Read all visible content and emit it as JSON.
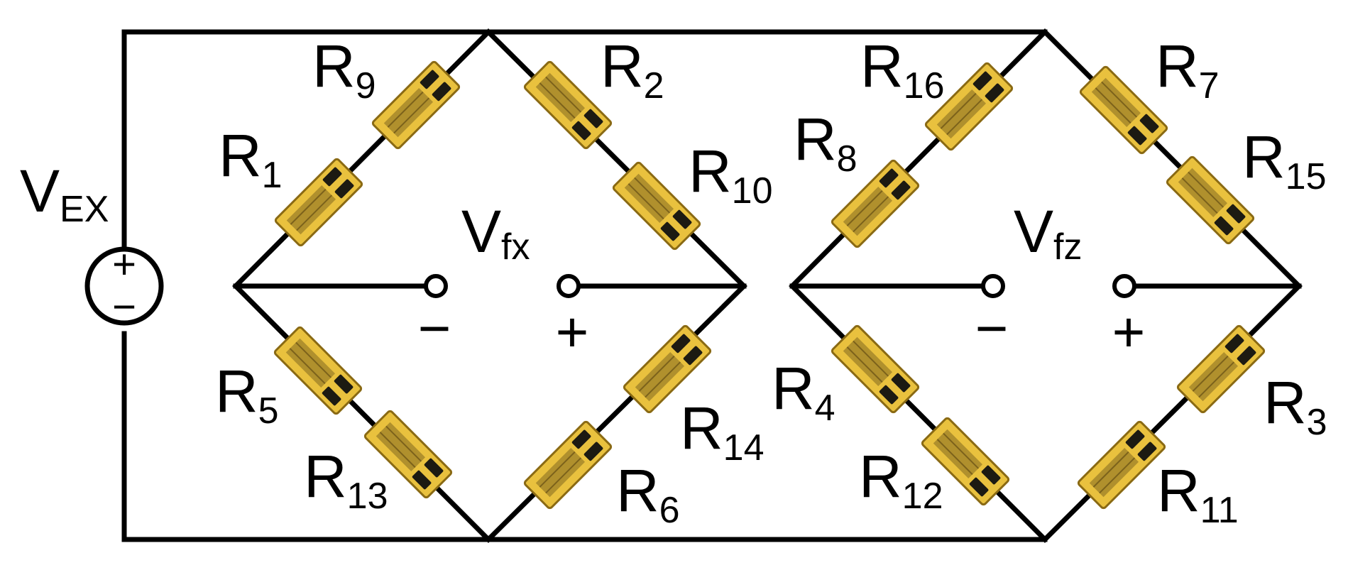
{
  "source": {
    "label": "V",
    "subscript": "EX",
    "plus": "+",
    "minus": "−"
  },
  "bridges": [
    {
      "output": {
        "label": "V",
        "subscript": "fx",
        "minus": "−",
        "plus": "+"
      },
      "resistors": {
        "upper_left_outer": {
          "label": "R",
          "subscript": "9"
        },
        "upper_left_inner": {
          "label": "R",
          "subscript": "1"
        },
        "upper_right_outer": {
          "label": "R",
          "subscript": "2"
        },
        "upper_right_inner": {
          "label": "R",
          "subscript": "10"
        },
        "lower_left_outer": {
          "label": "R",
          "subscript": "5"
        },
        "lower_left_inner": {
          "label": "R",
          "subscript": "13"
        },
        "lower_right_outer": {
          "label": "R",
          "subscript": "14"
        },
        "lower_right_inner": {
          "label": "R",
          "subscript": "6"
        }
      }
    },
    {
      "output": {
        "label": "V",
        "subscript": "fz",
        "minus": "−",
        "plus": "+"
      },
      "resistors": {
        "upper_left_outer": {
          "label": "R",
          "subscript": "16"
        },
        "upper_left_inner": {
          "label": "R",
          "subscript": "8"
        },
        "upper_right_outer": {
          "label": "R",
          "subscript": "7"
        },
        "upper_right_inner": {
          "label": "R",
          "subscript": "15"
        },
        "lower_left_outer": {
          "label": "R",
          "subscript": "4"
        },
        "lower_left_inner": {
          "label": "R",
          "subscript": "12"
        },
        "lower_right_outer": {
          "label": "R",
          "subscript": "3"
        },
        "lower_right_inner": {
          "label": "R",
          "subscript": "11"
        }
      }
    }
  ],
  "colors": {
    "wire": "#000000",
    "gauge_fill": "#E9C13E",
    "gauge_stroke": "#8A6A14",
    "gauge_pad": "#1C1A12",
    "background": "#FFFFFF"
  }
}
